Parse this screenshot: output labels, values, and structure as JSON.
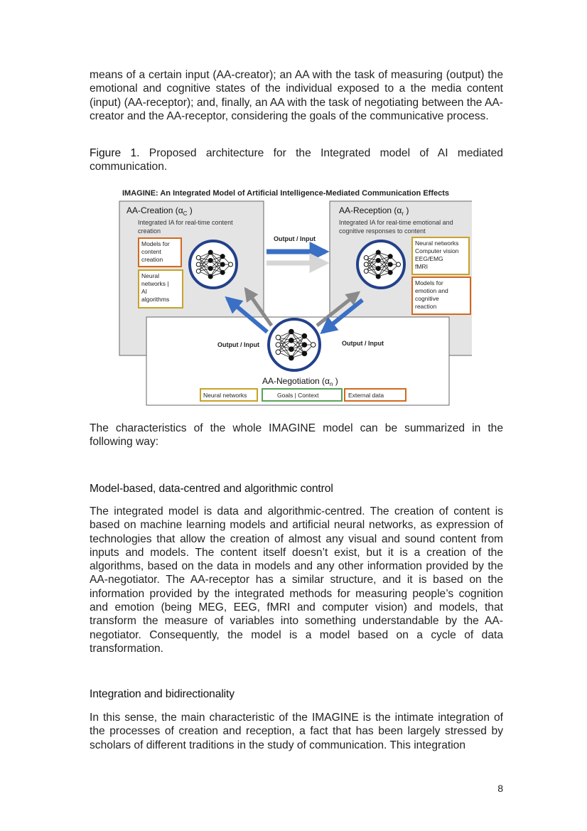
{
  "intro_paragraph": "means of a certain input (AA-creator); an AA with the task of measuring (output) the emotional and cognitive states of the individual exposed to a the media content (input) (AA-receptor); and, finally, an AA with the task of negotiating between the AA-creator and the AA-receptor, considering the goals of the communicative process.",
  "figure_caption": {
    "label": "Figure 1.",
    "text": " Proposed architecture for the Integrated model of AI mediated communication."
  },
  "diagram": {
    "title": "IMAGINE: An Integrated Model of Artificial Intelligence-Mediated Communication Effects",
    "creation": {
      "title": "AA-Creation (α",
      "subscript": "C",
      "title_end": " )",
      "description": [
        "Integrated IA for real-time content",
        "creation"
      ],
      "box1": [
        "Models for",
        "content",
        "creation"
      ],
      "box2": [
        "Neural",
        "networks |",
        "AI",
        "algorithms"
      ]
    },
    "reception": {
      "title": "AA-Reception (α",
      "subscript": "r",
      "title_end": " )",
      "description": [
        "Integrated IA for real-time emotional and",
        "cognitive responses to content"
      ],
      "box1": [
        "Neural networks",
        "Computer vision",
        "EEG/EMG",
        "fMRI"
      ],
      "box2": [
        "Models for",
        "emotion and",
        "cognitive",
        "reaction"
      ]
    },
    "negotiation": {
      "title": "AA-Negotiation (α",
      "subscript": "n",
      "title_end": " )",
      "tags": [
        "Neural networks",
        "Goals | Context",
        "External data"
      ]
    },
    "flow_top": "Output / Input",
    "flow_left": "Output / Input",
    "flow_right": "Output / Input",
    "colors": {
      "orange": "#d2691e",
      "gold": "#c9a227",
      "green": "#5aa05a",
      "blue": "#3a6fc4",
      "panel": "#e4e4e4"
    }
  },
  "summary_paragraph": "The characteristics of the whole IMAGINE model can be summarized in the following way:",
  "section1": {
    "heading": "Model-based, data-centred and algorithmic control",
    "body": "The integrated model is data and algorithmic-centred. The creation of content is based on machine learning models and artificial neural networks, as expression of technologies that allow the creation of almost any visual and sound content from inputs and models. The content itself doesn’t exist, but it is a creation of the algorithms, based on the data in models and any other information provided by the AA-negotiator. The AA-receptor has a similar structure, and it is based on the information provided by the integrated methods for measuring people’s cognition and emotion (being MEG, EEG, fMRI and computer vision) and models, that transform the measure of variables into something understandable by the AA-negotiator. Consequently, the model is a model based on a cycle of data transformation."
  },
  "section2": {
    "heading": "Integration and bidirectionality",
    "body": "In this sense, the main characteristic of the IMAGINE is the intimate integration of the processes of creation and reception, a fact that has been largely stressed by scholars of different traditions in the study of communication. This integration"
  },
  "page_number": "8"
}
